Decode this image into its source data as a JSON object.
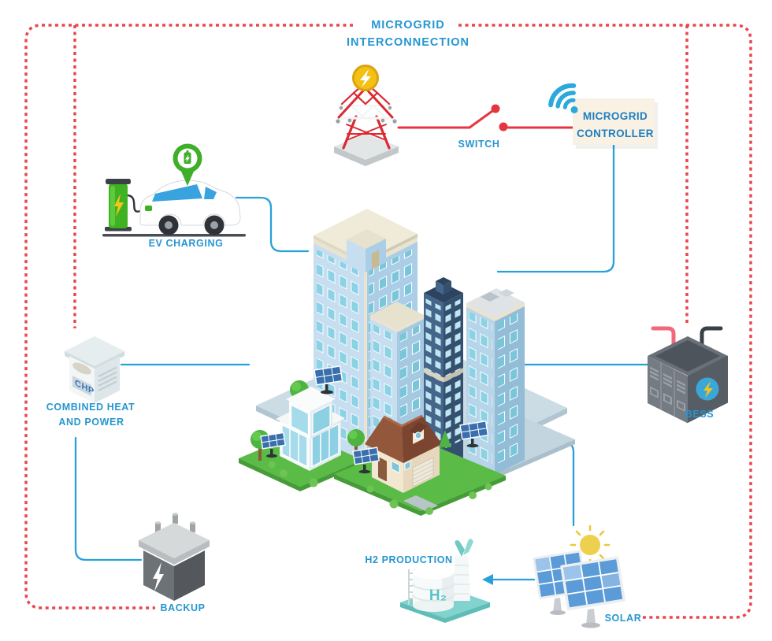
{
  "title": {
    "line1": "MICROGRID",
    "line2": "INTERCONNECTION"
  },
  "labels": {
    "switch": "SWITCH",
    "controller_line1": "MICROGRID",
    "controller_line2": "CONTROLLER",
    "ev_charging": "EV CHARGING",
    "chp_line1": "COMBINED HEAT",
    "chp_line2": "AND POWER",
    "backup": "BACKUP",
    "h2_production": "H2 PRODUCTION",
    "solar": "SOLAR",
    "bess": "BESS"
  },
  "icon_texts": {
    "chp_unit": "CHP",
    "h2_tank": "H₂"
  },
  "icons": [
    "transmission-tower-icon",
    "lightning-coin-icon",
    "switch-icon",
    "wifi-icon",
    "ev-charger-icon",
    "ev-car-icon",
    "location-pin-icon",
    "chp-unit-icon",
    "backup-battery-icon",
    "h2-plant-icon",
    "solar-panels-icon",
    "sun-icon",
    "bess-unit-icon",
    "city-illustration"
  ],
  "colors": {
    "label_blue": "#2596d1",
    "controller_text": "#1c7fc2",
    "connection_blue": "#29a0da",
    "dashed_border_red": "#e8474f",
    "switch_red": "#e53541",
    "controller_bg": "#f9f2e4",
    "charger_green": "#3fb224",
    "sun_yellow": "#edd04e",
    "h2_teal": "#6fc9c4"
  }
}
